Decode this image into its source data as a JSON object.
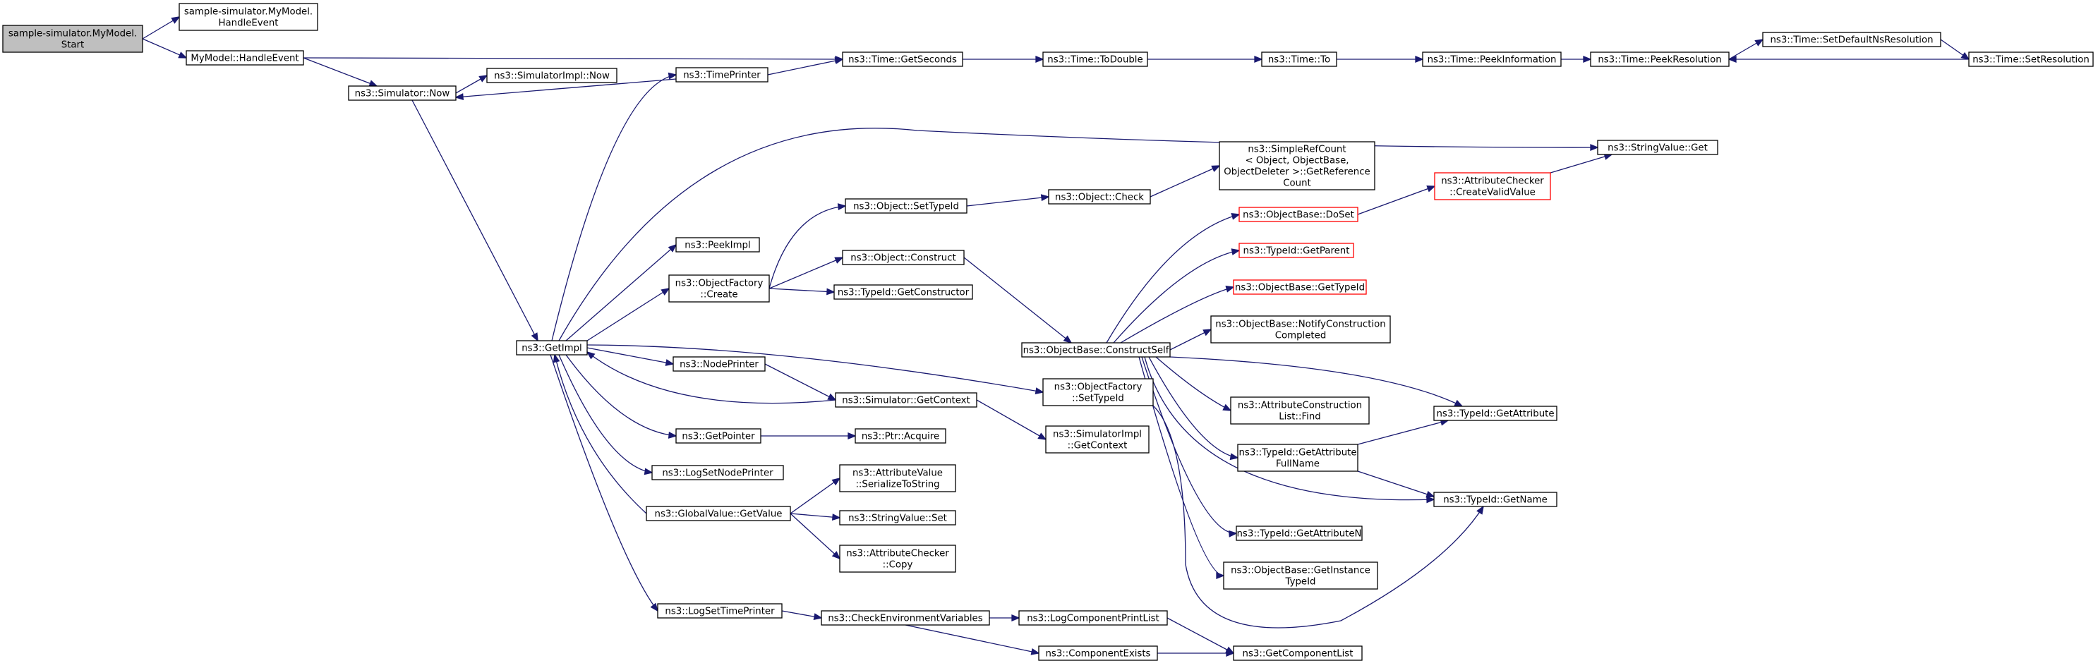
{
  "colors": {
    "edge": "#191970",
    "node_border": "#000000",
    "highlight_border": "#ff0000",
    "root_fill": "#bfbfbf"
  },
  "nodes": {
    "start": [
      "sample-simulator.MyModel.",
      "Start"
    ],
    "handle_event_sample": [
      "sample-simulator.MyModel.",
      "HandleEvent"
    ],
    "mymodel_handle_event": [
      "MyModel::HandleEvent"
    ],
    "simulator_now": [
      "ns3::Simulator::Now"
    ],
    "simulatorimpl_now": [
      "ns3::SimulatorImpl::Now"
    ],
    "time_printer": [
      "ns3::TimePrinter"
    ],
    "get_seconds": [
      "ns3::Time::GetSeconds"
    ],
    "to_double": [
      "ns3::Time::ToDouble"
    ],
    "time_to": [
      "ns3::Time::To"
    ],
    "peek_information": [
      "ns3::Time::PeekInformation"
    ],
    "peek_resolution": [
      "ns3::Time::PeekResolution"
    ],
    "set_default_ns_resolution": [
      "ns3::Time::SetDefaultNsResolution"
    ],
    "set_resolution": [
      "ns3::Time::SetResolution"
    ],
    "string_value_get": [
      "ns3::StringValue::Get"
    ],
    "simple_ref_count": [
      "ns3::SimpleRefCount",
      "< Object, ObjectBase,",
      "ObjectDeleter >::GetReference",
      "Count"
    ],
    "attribute_checker_create_valid": [
      "ns3::AttributeChecker",
      "::CreateValidValue"
    ],
    "object_set_type_id": [
      "ns3::Object::SetTypeId"
    ],
    "object_check": [
      "ns3::Object::Check"
    ],
    "object_base_do_set": [
      "ns3::ObjectBase::DoSet"
    ],
    "peek_impl": [
      "ns3::PeekImpl"
    ],
    "object_construct": [
      "ns3::Object::Construct"
    ],
    "type_id_get_parent": [
      "ns3::TypeId::GetParent"
    ],
    "object_factory_create": [
      "ns3::ObjectFactory",
      "::Create"
    ],
    "type_id_get_constructor": [
      "ns3::TypeId::GetConstructor"
    ],
    "object_base_get_type_id": [
      "ns3::ObjectBase::GetTypeId"
    ],
    "object_base_notify_construction": [
      "ns3::ObjectBase::NotifyConstruction",
      "Completed"
    ],
    "get_impl": [
      "ns3::GetImpl"
    ],
    "object_base_construct_self": [
      "ns3::ObjectBase::ConstructSelf"
    ],
    "node_printer": [
      "ns3::NodePrinter"
    ],
    "object_factory_set_type_id": [
      "ns3::ObjectFactory",
      "::SetTypeId"
    ],
    "simulator_get_context": [
      "ns3::Simulator::GetContext"
    ],
    "attribute_construction_list_find": [
      "ns3::AttributeConstruction",
      "List::Find"
    ],
    "type_id_get_attribute": [
      "ns3::TypeId::GetAttribute"
    ],
    "get_pointer": [
      "ns3::GetPointer"
    ],
    "ptr_acquire": [
      "ns3::Ptr::Acquire"
    ],
    "simulator_impl_get_context": [
      "ns3::SimulatorImpl",
      "::GetContext"
    ],
    "type_id_get_attribute_full_name": [
      "ns3::TypeId::GetAttribute",
      "FullName"
    ],
    "log_set_node_printer": [
      "ns3::LogSetNodePrinter"
    ],
    "attribute_value_serialize": [
      "ns3::AttributeValue",
      "::SerializeToString"
    ],
    "type_id_get_name": [
      "ns3::TypeId::GetName"
    ],
    "global_value_get_value": [
      "ns3::GlobalValue::GetValue"
    ],
    "string_value_set": [
      "ns3::StringValue::Set"
    ],
    "type_id_get_attribute_n": [
      "ns3::TypeId::GetAttributeN"
    ],
    "attribute_checker_copy": [
      "ns3::AttributeChecker",
      "::Copy"
    ],
    "object_base_get_instance_type_id": [
      "ns3::ObjectBase::GetInstance",
      "TypeId"
    ],
    "log_set_time_printer": [
      "ns3::LogSetTimePrinter"
    ],
    "check_environment_variables": [
      "ns3::CheckEnvironmentVariables"
    ],
    "log_component_print_list": [
      "ns3::LogComponentPrintList"
    ],
    "component_exists": [
      "ns3::ComponentExists"
    ],
    "get_component_list": [
      "ns3::GetComponentList"
    ]
  }
}
